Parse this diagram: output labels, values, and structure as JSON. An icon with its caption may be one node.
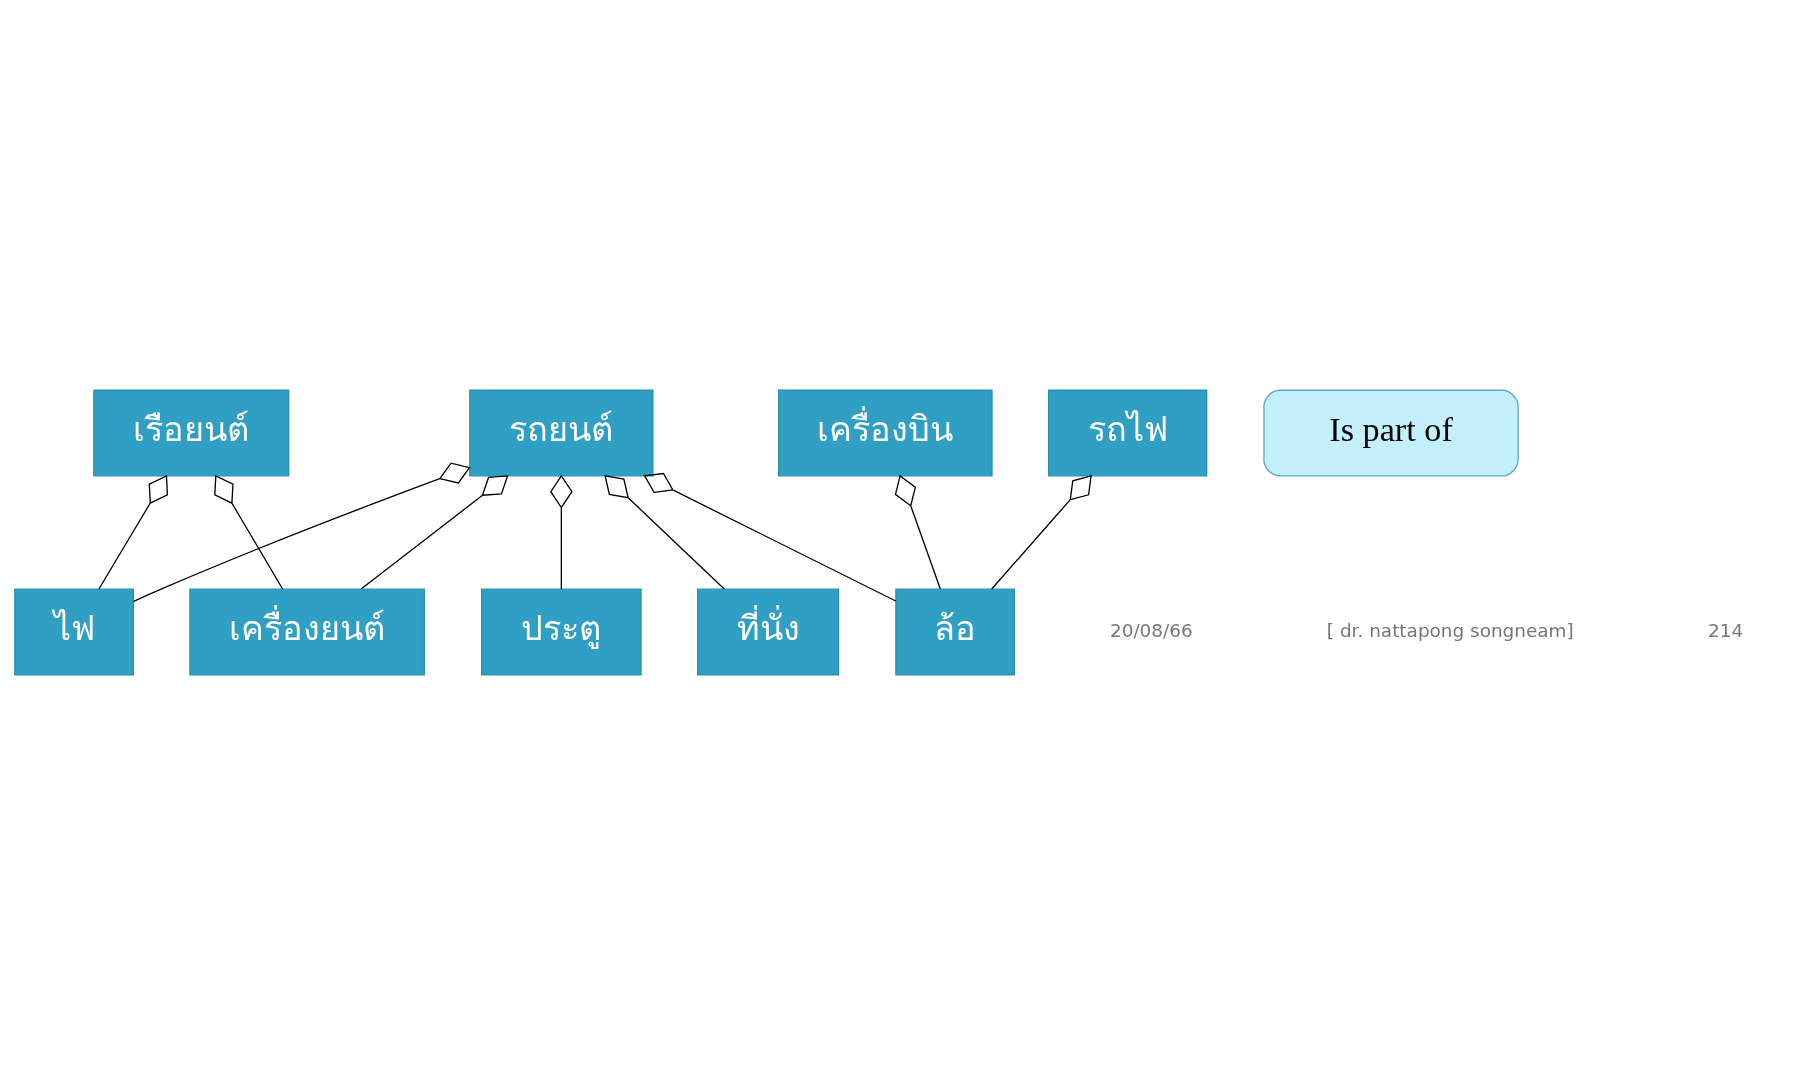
{
  "diagram": {
    "nodes": [
      {
        "text": [
          "รถยนต์"
        ]
      },
      {
        "text": [
          "เรือยนต์"
        ]
      },
      {
        "text": [
          "Is part of"
        ]
      },
      {
        "text": [
          "ที่นั่ง"
        ]
      },
      {
        "text": [
          "เครื่องยนต์"
        ]
      },
      {
        "text": [
          "เครื่องบิน"
        ]
      },
      {
        "text": [
          "รถไฟ"
        ]
      },
      {
        "text": [
          "ล้อ"
        ]
      },
      {
        "text": [
          "ประตู"
        ]
      },
      {
        "text": [
          "ไฟ"
        ]
      }
    ],
    "edges": [
      {
        "from": 3,
        "to": 0,
        "arrow": "other"
      },
      {
        "from": 7,
        "to": 0,
        "arrow": "other"
      },
      {
        "from": 8,
        "to": 0,
        "arrow": "other"
      },
      {
        "from": 9,
        "to": 0,
        "arrow": "other"
      },
      {
        "from": 4,
        "to": 0,
        "arrow": "other"
      },
      {
        "from": 4,
        "to": 1,
        "arrow": "other"
      },
      {
        "from": 9,
        "to": 1,
        "arrow": "other"
      },
      {
        "from": 7,
        "to": 5,
        "arrow": "other"
      },
      {
        "from": 7,
        "to": 6,
        "arrow": "other"
      }
    ],
    "labels": [
      "20/08/66",
      "[ dr. nattapong songneam]",
      "214"
    ]
  }
}
